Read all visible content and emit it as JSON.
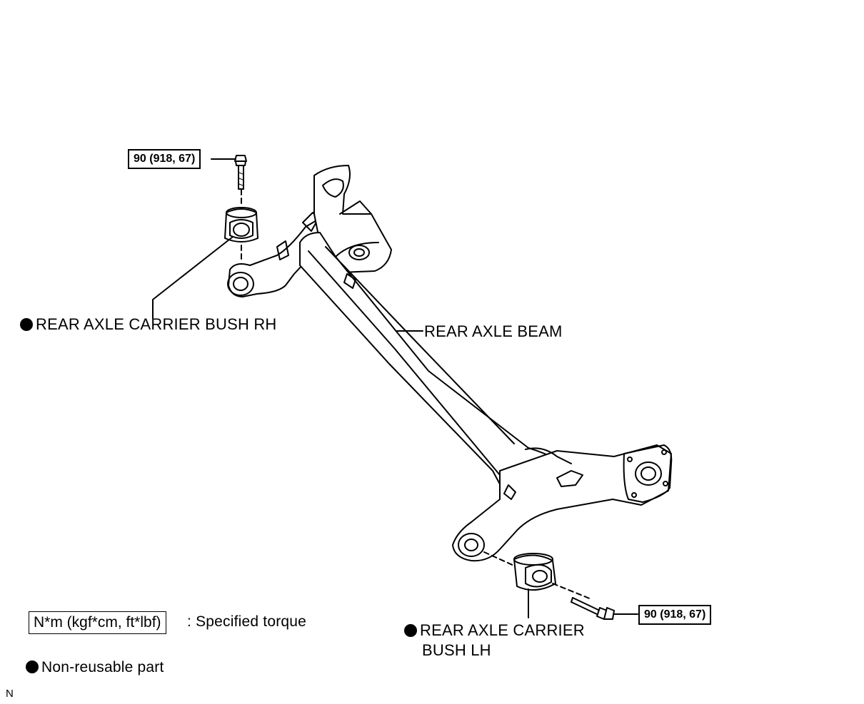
{
  "torque_top": "90 (918, 67)",
  "torque_bottom": "90 (918, 67)",
  "label_bush_rh": "REAR AXLE CARRIER BUSH RH",
  "label_beam": "REAR AXLE BEAM",
  "label_bush_lh_line1": "REAR AXLE CARRIER",
  "label_bush_lh_line2": "BUSH LH",
  "legend": {
    "torque_unit": "N*m (kgf*cm, ft*lbf)",
    "torque_desc": ": Specified torque",
    "nonreusable": "Non-reusable part"
  },
  "corner_mark": "N"
}
